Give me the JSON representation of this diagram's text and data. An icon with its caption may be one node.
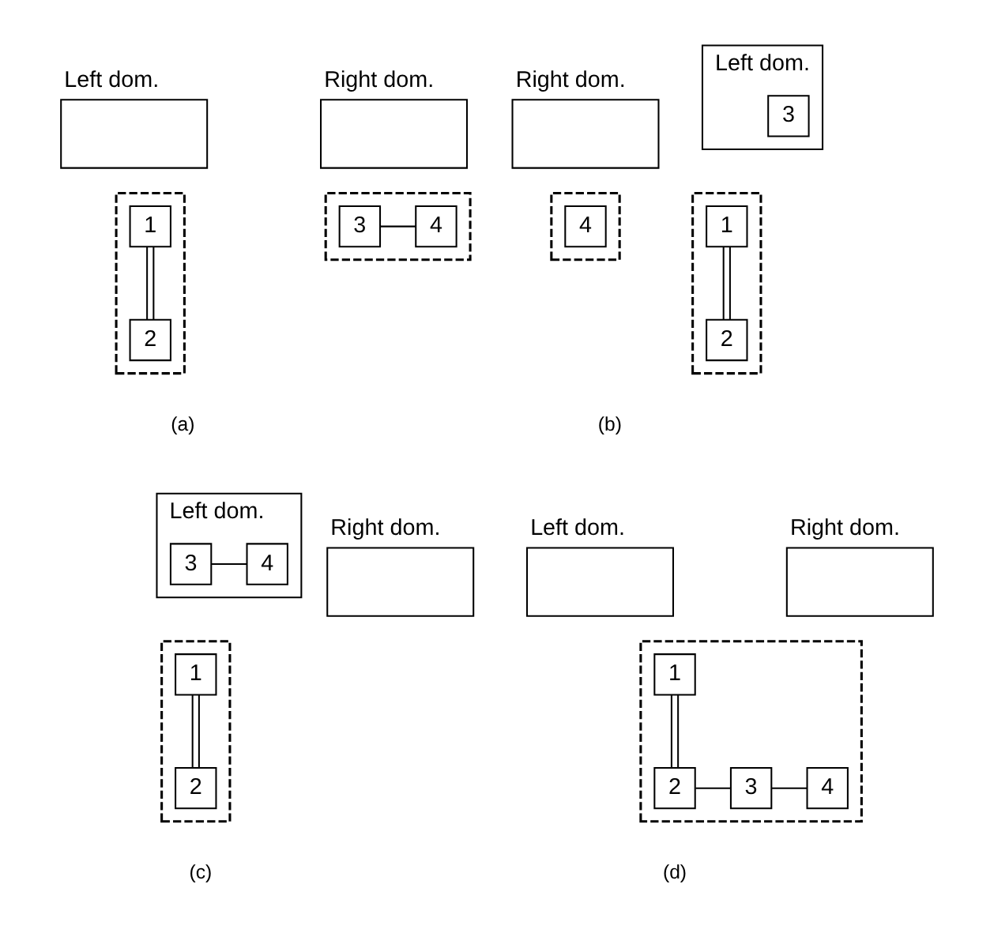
{
  "diagram": {
    "nodes": [
      {
        "text": [
          "Left dom."
        ]
      },
      {
        "text": [
          "Right dom."
        ]
      },
      {
        "text": [],
        "shape": "box"
      },
      {
        "text": [
          "1"
        ],
        "in": 2
      },
      {
        "text": [
          "2"
        ],
        "in": 2
      },
      {
        "text": [],
        "shape": "box"
      },
      {
        "text": [
          "3"
        ],
        "in": 5
      },
      {
        "text": [
          "4"
        ],
        "in": 5
      },
      {
        "text": [
          "Left dom."
        ]
      },
      {
        "text": [
          "3"
        ],
        "in": 8
      },
      {
        "text": [
          "Right dom."
        ]
      },
      {
        "text": [],
        "shape": "box"
      },
      {
        "text": [
          "1"
        ],
        "in": 11
      },
      {
        "text": [
          "2"
        ],
        "in": 11
      },
      {
        "text": [],
        "shape": "box"
      },
      {
        "text": [
          "4"
        ],
        "in": 14
      },
      {
        "text": [
          "Left dom."
        ]
      },
      {
        "text": [
          "3"
        ],
        "in": 16
      },
      {
        "text": [
          "4"
        ],
        "in": 16
      },
      {
        "text": [
          "Right dom."
        ]
      },
      {
        "text": [],
        "shape": "box"
      },
      {
        "text": [
          "1"
        ],
        "in": 20
      },
      {
        "text": [
          "2"
        ],
        "in": 20
      },
      {
        "text": [
          "Left dom."
        ]
      },
      {
        "text": [
          "Right dom."
        ]
      },
      {
        "text": [],
        "shape": "box"
      },
      {
        "text": [
          "1"
        ],
        "in": 25
      },
      {
        "text": [
          "2"
        ],
        "in": 25
      },
      {
        "text": [
          "3"
        ],
        "in": 25
      },
      {
        "text": [
          "4"
        ],
        "in": 25
      }
    ],
    "edges": [
      {
        "from": 3,
        "to": 4,
        "arrow": "none"
      },
      {
        "from": 6,
        "to": 7,
        "arrow": "none"
      },
      {
        "from": 12,
        "to": 13,
        "arrow": "none"
      },
      {
        "from": 17,
        "to": 18,
        "arrow": "none"
      },
      {
        "from": 21,
        "to": 22,
        "arrow": "none"
      },
      {
        "from": 26,
        "to": 27,
        "arrow": "none"
      },
      {
        "from": 27,
        "to": 28,
        "arrow": "none"
      },
      {
        "from": 28,
        "to": 29,
        "arrow": "none"
      }
    ],
    "labels": [
      "(a)",
      "(b)",
      "(c)",
      "(d)"
    ]
  }
}
